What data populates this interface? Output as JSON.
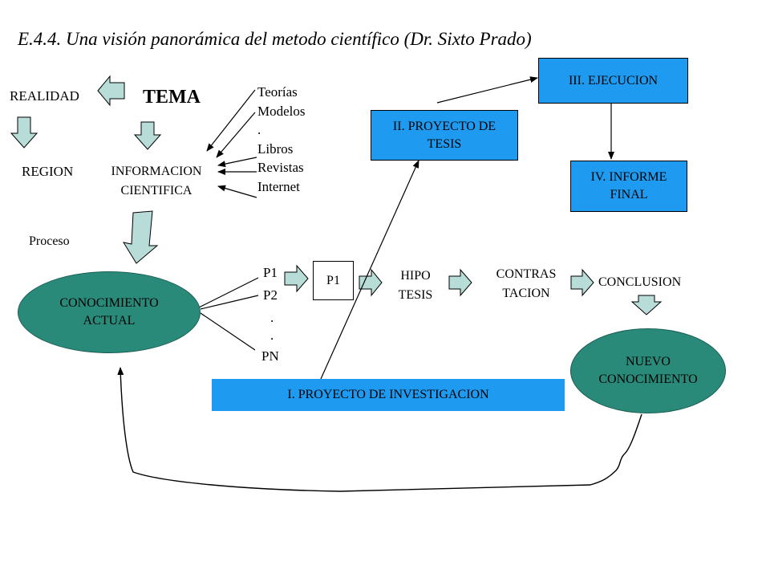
{
  "title": "E.4.4. Una visión panorámica del metodo científico (Dr. Sixto Prado)",
  "realidad": "REALIDAD",
  "tema": "TEMA",
  "region": "REGION",
  "informacion_1": "INFORMACION",
  "informacion_2": "CIENTIFICA",
  "sources": [
    "Teorías",
    "Modelos",
    ".",
    "Libros",
    "Revistas",
    "Internet"
  ],
  "proceso": "Proceso",
  "conocimiento_actual_1": "CONOCIMIENTO",
  "conocimiento_actual_2": "ACTUAL",
  "problems": [
    "P1",
    "P2",
    ".",
    ".",
    "PN"
  ],
  "p1_box": "P1",
  "hipotesis_1": "HIPO",
  "hipotesis_2": "TESIS",
  "contrastacion_1": "CONTRAS",
  "contrastacion_2": "TACION",
  "conclusion": "CONCLUSION",
  "nuevo_conocimiento_1": "NUEVO",
  "nuevo_conocimiento_2": "CONOCIMIENTO",
  "proyecto_investigacion": "I. PROYECTO DE INVESTIGACION",
  "proyecto_tesis_1": "II. PROYECTO DE",
  "proyecto_tesis_2": "TESIS",
  "ejecucion": "III. EJECUCION",
  "informe_final_1": "IV. INFORME",
  "informe_final_2": "FINAL",
  "colors": {
    "box_blue": "#1e9bf0",
    "ellipse_teal": "#2a8a7a",
    "arrow_fill": "#b8ddd8"
  }
}
